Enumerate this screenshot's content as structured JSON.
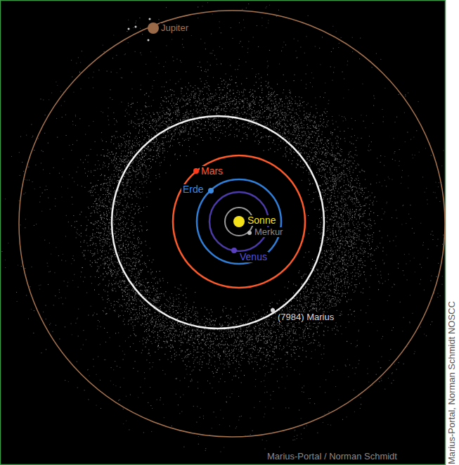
{
  "diagram": {
    "labels": [
      "Jupiter",
      "Mars",
      "Erde",
      "Sonne",
      "Merkur",
      "Venus",
      "(7984) Marius",
      "Marius-Portal / Norman Schmidt",
      "Marius-Portal, Norman Schmidt NOSCC"
    ]
  }
}
